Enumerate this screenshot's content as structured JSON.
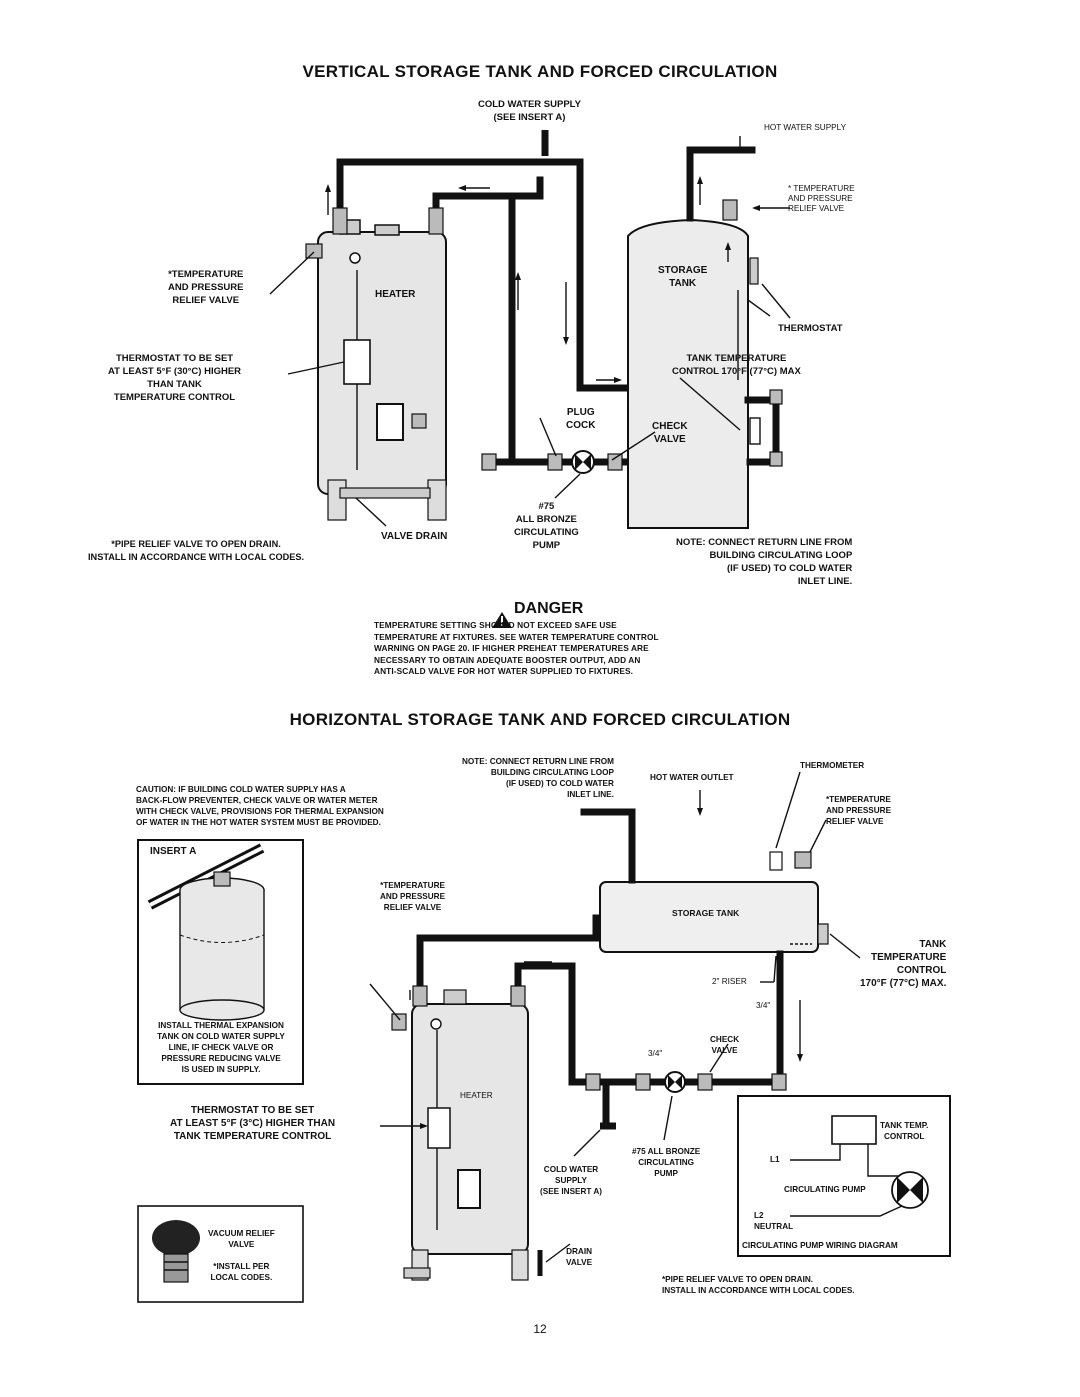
{
  "page": {
    "title_vertical": "VERTICAL STORAGE TANK AND FORCED CIRCULATION",
    "title_horizontal": "HORIZONTAL STORAGE TANK AND FORCED CIRCULATION",
    "page_number": "12"
  },
  "vertical": {
    "cold_water_supply": [
      "COLD WATER SUPPLY",
      "(SEE INSERT A)"
    ],
    "hot_water_supply": "HOT WATER SUPPLY",
    "tp_valve_right": [
      "* TEMPERATURE",
      "AND PRESSURE",
      "RELIEF VALVE"
    ],
    "tp_valve_left": [
      "*TEMPERATURE",
      "AND PRESSURE",
      "RELIEF VALVE"
    ],
    "heater": "HEATER",
    "storage_tank": [
      "STORAGE",
      "TANK"
    ],
    "thermostat": "THERMOSTAT",
    "thermostat_set": [
      "THERMOSTAT TO BE SET",
      "AT LEAST 5°F (30°C) HIGHER",
      "THAN TANK",
      "TEMPERATURE CONTROL"
    ],
    "tank_temperature": [
      "TANK TEMPERATURE",
      "CONTROL 170°F (77°C) MAX"
    ],
    "plug_cock": [
      "PLUG",
      "COCK"
    ],
    "check_valve": [
      "CHECK",
      "VALVE"
    ],
    "pump": [
      "#75",
      "ALL BRONZE",
      "CIRCULATING",
      "PUMP"
    ],
    "valve_drain": "VALVE DRAIN",
    "pipe_relief": [
      "*PIPE RELIEF VALVE TO OPEN DRAIN.",
      "INSTALL IN ACCORDANCE WITH LOCAL CODES."
    ],
    "note_return": [
      "NOTE: CONNECT RETURN LINE FROM",
      "BUILDING CIRCULATING LOOP",
      "(IF USED) TO COLD WATER",
      "INLET LINE."
    ]
  },
  "danger": {
    "heading": "DANGER",
    "lines": [
      "TEMPERATURE SETTING SHOULD NOT EXCEED SAFE USE",
      "TEMPERATURE AT FIXTURES. SEE WATER TEMPERATURE CONTROL",
      "WARNING ON PAGE 20. IF HIGHER PREHEAT TEMPERATURES ARE",
      "NECESSARY TO OBTAIN ADEQUATE BOOSTER OUTPUT, ADD AN",
      "ANTI-SCALD VALVE FOR HOT WATER SUPPLIED TO FIXTURES."
    ]
  },
  "horizontal": {
    "note_return": [
      "NOTE: CONNECT RETURN LINE FROM",
      "BUILDING CIRCULATING LOOP",
      "(IF USED) TO COLD WATER",
      "INLET LINE."
    ],
    "caution": [
      "CAUTION: IF BUILDING COLD WATER SUPPLY HAS A",
      "BACK-FLOW PREVENTER, CHECK VALVE OR WATER METER",
      "WITH CHECK VALVE, PROVISIONS FOR THERMAL EXPANSION",
      "OF WATER IN THE HOT WATER SYSTEM MUST BE PROVIDED."
    ],
    "hot_water_outlet": "HOT WATER OUTLET",
    "thermometer": "THERMOMETER",
    "tp_valve_right": [
      "*TEMPERATURE",
      "AND PRESSURE",
      "RELIEF VALVE"
    ],
    "tp_valve_left": [
      "*TEMPERATURE",
      "AND PRESSURE",
      "RELIEF VALVE"
    ],
    "insert_a": "INSERT A",
    "insert_a_caption": [
      "INSTALL THERMAL EXPANSION",
      "TANK ON COLD WATER SUPPLY",
      "LINE, IF CHECK VALVE OR",
      "PRESSURE REDUCING VALVE",
      "IS USED IN SUPPLY."
    ],
    "storage_tank": "STORAGE TANK",
    "tank_temp_control": [
      "TANK",
      "TEMPERATURE",
      "CONTROL",
      "170°F (77°C) MAX."
    ],
    "riser": "2\" RISER",
    "three_quarter_a": "3/4\"",
    "three_quarter_b": "3/4\"",
    "check_valve": [
      "CHECK",
      "VALVE"
    ],
    "heater": "HEATER",
    "thermostat_set": [
      "THERMOSTAT TO BE SET",
      "AT LEAST 5°F (3°C) HIGHER THAN",
      "TANK TEMPERATURE CONTROL"
    ],
    "pump": [
      "#75 ALL BRONZE",
      "CIRCULATING",
      "PUMP"
    ],
    "cold_water_supply": [
      "COLD WATER",
      "SUPPLY",
      "(SEE INSERT A)"
    ],
    "drain_valve": [
      "DRAIN",
      "VALVE"
    ],
    "vacuum_relief": [
      "VACUUM RELIEF",
      "VALVE",
      "",
      "*INSTALL PER",
      "LOCAL CODES."
    ],
    "pipe_relief": [
      "*PIPE RELIEF VALVE TO OPEN DRAIN.",
      "INSTALL IN ACCORDANCE WITH LOCAL CODES."
    ],
    "wiring": {
      "tank_temp_control": [
        "TANK TEMP.",
        "CONTROL"
      ],
      "l1": "L1",
      "circulating_pump": "CIRCULATING PUMP",
      "l2_neutral": [
        "L2",
        "NEUTRAL"
      ],
      "caption": "CIRCULATING PUMP WIRING DIAGRAM"
    }
  }
}
